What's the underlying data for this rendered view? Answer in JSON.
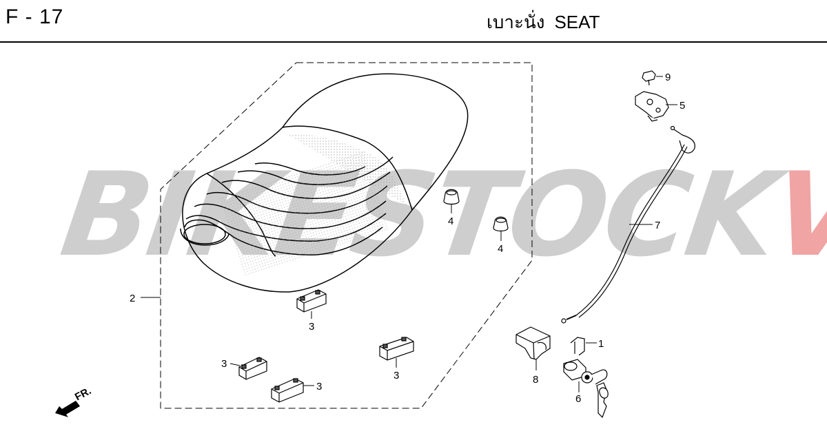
{
  "header": {
    "code": "F - 17",
    "title_thai": "เบาะนั่ง",
    "title_en": "SEAT"
  },
  "watermark": {
    "part_gray": "BIKESTOCK",
    "part_red": "VN",
    "gray_color": "#c9c9c9",
    "red_color": "#ef9b9b"
  },
  "direction_marker": {
    "label": "FR."
  },
  "callouts": {
    "c1": "1",
    "c2": "2",
    "c3a": "3",
    "c3b": "3",
    "c3c": "3",
    "c3d": "3",
    "c4a": "4",
    "c4b": "4",
    "c5": "5",
    "c6": "6",
    "c7": "7",
    "c8": "8",
    "c9": "9"
  }
}
